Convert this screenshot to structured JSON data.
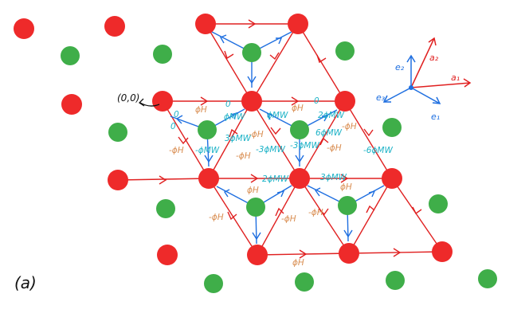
{
  "colors": {
    "red_site": "#ee2a2a",
    "green_site": "#3fae49",
    "red_bond": "#e02020",
    "blue_bond": "#1f6fe0",
    "cyan_label": "#1fb3c7",
    "orange_label": "#d98e52"
  },
  "panel_label": "(a)",
  "origin_label": "(0,0)",
  "axes": {
    "a1": "a₁",
    "a2": "a₂",
    "e1": "e₁",
    "e2": "e₂",
    "e3": "e₃"
  },
  "cyan_labels": [
    "0",
    "0",
    "0",
    "ϕMW",
    "ϕMW",
    "2ϕMW",
    "0",
    "6ϕMW",
    "-ϕMW",
    "3ϕMW",
    "-3ϕMW",
    "-3ϕMW",
    "-6ϕMW",
    "2ϕMW",
    "3ϕMW"
  ],
  "orange_labels": [
    "ϕH",
    "ϕH",
    "-ϕH",
    "-ϕH",
    "-ϕH",
    "-ϕH",
    "-ϕH",
    "ϕH",
    "ϕH",
    "-ϕH",
    "-ϕH",
    "-ϕH",
    "ϕH"
  ]
}
